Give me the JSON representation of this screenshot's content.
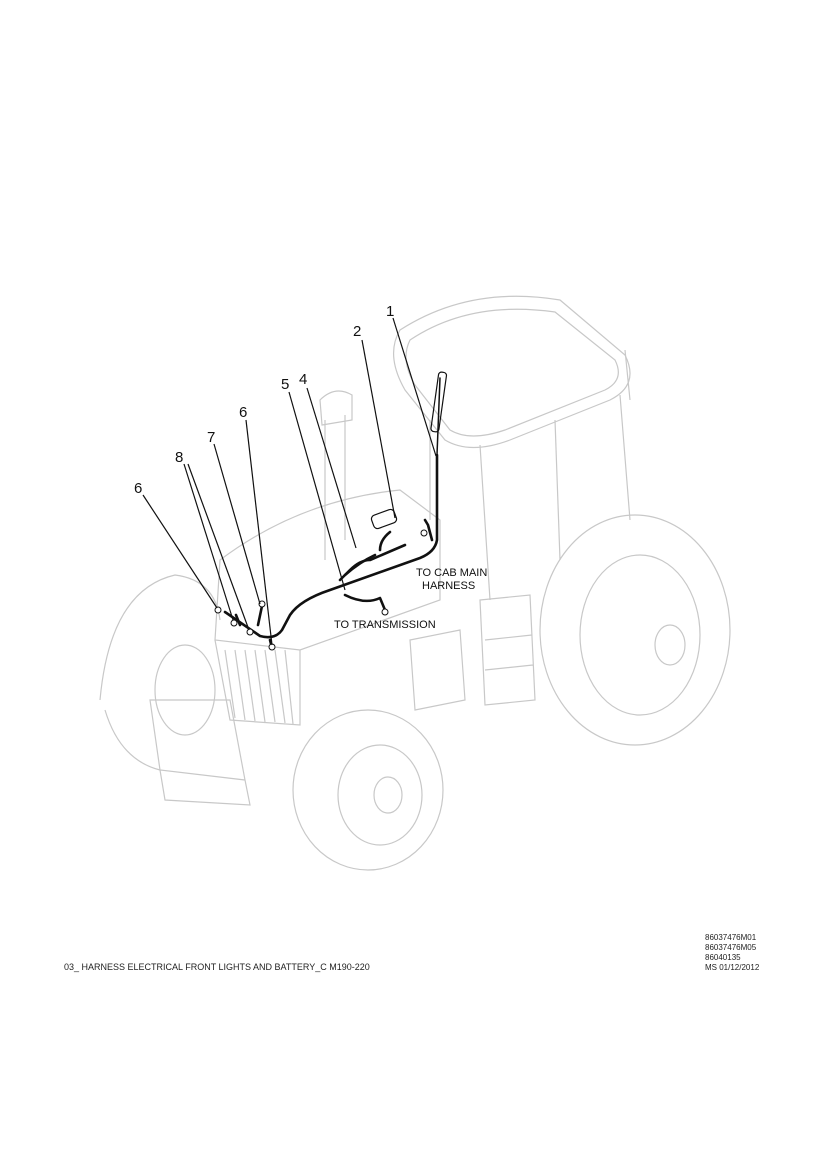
{
  "diagram": {
    "callouts": [
      "1",
      "2",
      "4",
      "5",
      "6",
      "7",
      "8",
      "6"
    ],
    "labels": {
      "cab_line1": "TO CAB MAIN",
      "cab_line2": "HARNESS",
      "transmission": "TO TRANSMISSION"
    }
  },
  "footer": {
    "title": "03_ HARNESS ELECTRICAL FRONT LIGHTS AND BATTERY_C M190-220",
    "refs": [
      "86037476M01",
      "86037476M05",
      "86040135",
      "MS 01/12/2012"
    ]
  }
}
